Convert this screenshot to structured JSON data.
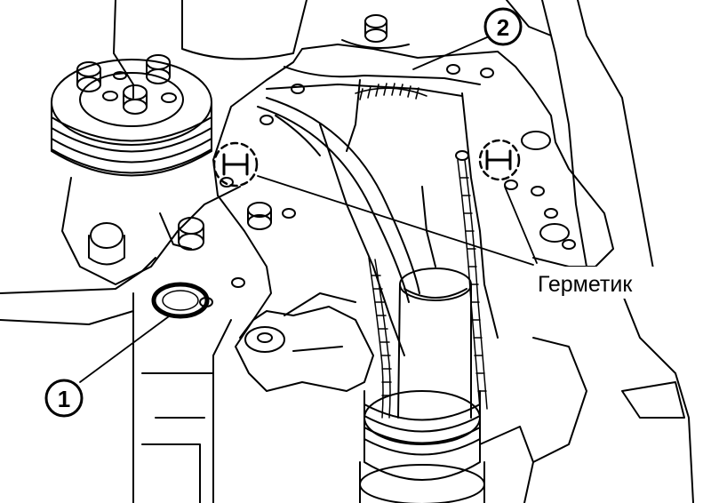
{
  "callouts": [
    {
      "number": "1",
      "part": "o-ring"
    },
    {
      "number": "2",
      "part": "front-cover"
    }
  ],
  "sealant_label": "Герметик",
  "colors": {
    "line": "#000000",
    "background": "#ffffff"
  }
}
